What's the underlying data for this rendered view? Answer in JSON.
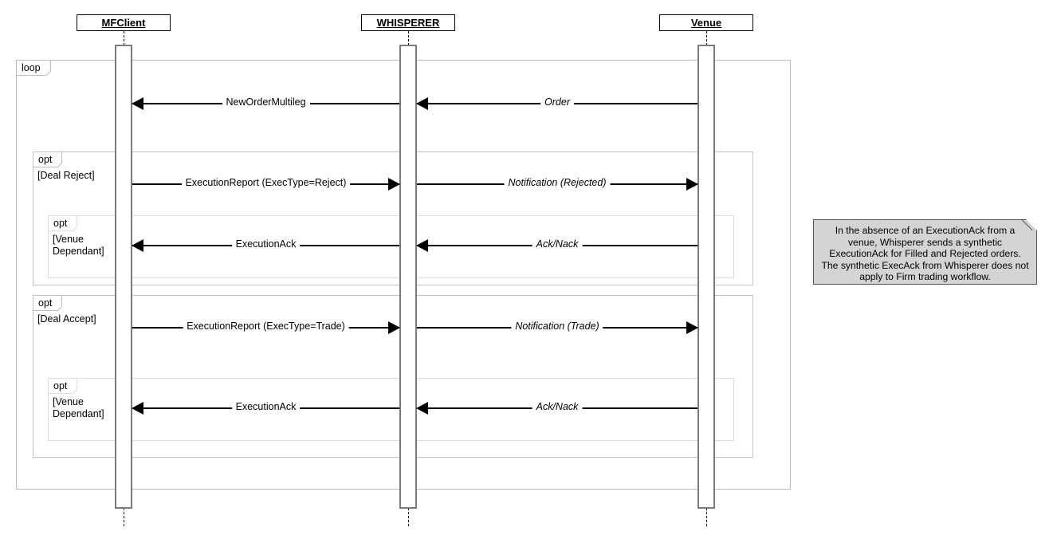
{
  "diagram": {
    "type": "uml-sequence-diagram",
    "participants": [
      {
        "id": "mfclient",
        "name": "MFClient"
      },
      {
        "id": "whisperer",
        "name": "WHISPERER"
      },
      {
        "id": "venue",
        "name": "Venue"
      }
    ],
    "fragments": [
      {
        "id": "loop",
        "operator": "loop",
        "guard": ""
      },
      {
        "id": "opt-reject",
        "operator": "opt",
        "guard": "[Deal Reject]"
      },
      {
        "id": "opt-reject-ack",
        "operator": "opt",
        "guard": "[Venue\nDependant]"
      },
      {
        "id": "opt-accept",
        "operator": "opt",
        "guard": "[Deal Accept]"
      },
      {
        "id": "opt-accept-ack",
        "operator": "opt",
        "guard": "[Venue\nDependant]"
      }
    ],
    "messages": [
      {
        "id": "m1",
        "label": "NewOrderMultileg",
        "from": "whisperer",
        "to": "mfclient",
        "direction": "left",
        "italic": false
      },
      {
        "id": "m2",
        "label": "Order",
        "from": "venue",
        "to": "whisperer",
        "direction": "left",
        "italic": true
      },
      {
        "id": "m3",
        "label": "ExecutionReport (ExecType=Reject)",
        "from": "mfclient",
        "to": "whisperer",
        "direction": "right",
        "italic": false
      },
      {
        "id": "m4",
        "label": "Notification (Rejected)",
        "from": "whisperer",
        "to": "venue",
        "direction": "right",
        "italic": true
      },
      {
        "id": "m5",
        "label": "ExecutionAck",
        "from": "whisperer",
        "to": "mfclient",
        "direction": "left",
        "italic": false
      },
      {
        "id": "m6",
        "label": "Ack/Nack",
        "from": "venue",
        "to": "whisperer",
        "direction": "left",
        "italic": true
      },
      {
        "id": "m7",
        "label": "ExecutionReport (ExecType=Trade)",
        "from": "mfclient",
        "to": "whisperer",
        "direction": "right",
        "italic": false
      },
      {
        "id": "m8",
        "label": "Notification (Trade)",
        "from": "whisperer",
        "to": "venue",
        "direction": "right",
        "italic": true
      },
      {
        "id": "m9",
        "label": "ExecutionAck",
        "from": "whisperer",
        "to": "mfclient",
        "direction": "left",
        "italic": false
      },
      {
        "id": "m10",
        "label": "Ack/Nack",
        "from": "venue",
        "to": "whisperer",
        "direction": "left",
        "italic": true
      }
    ],
    "note": {
      "text": "In the absence of an ExecutionAck from a venue, Whisperer sends a synthetic ExecutionAck for Filled and Rejected orders. The synthetic ExecAck from Whisperer does not apply to Firm trading workflow."
    },
    "colors": {
      "background": "#ffffff",
      "line": "#000000",
      "activation_border": "#7a7a7a",
      "fragment_border": "#bdbdbd",
      "fragment_border_inner": "#dddddd",
      "note_fill": "#d4d4d4",
      "note_border": "#555555"
    }
  }
}
